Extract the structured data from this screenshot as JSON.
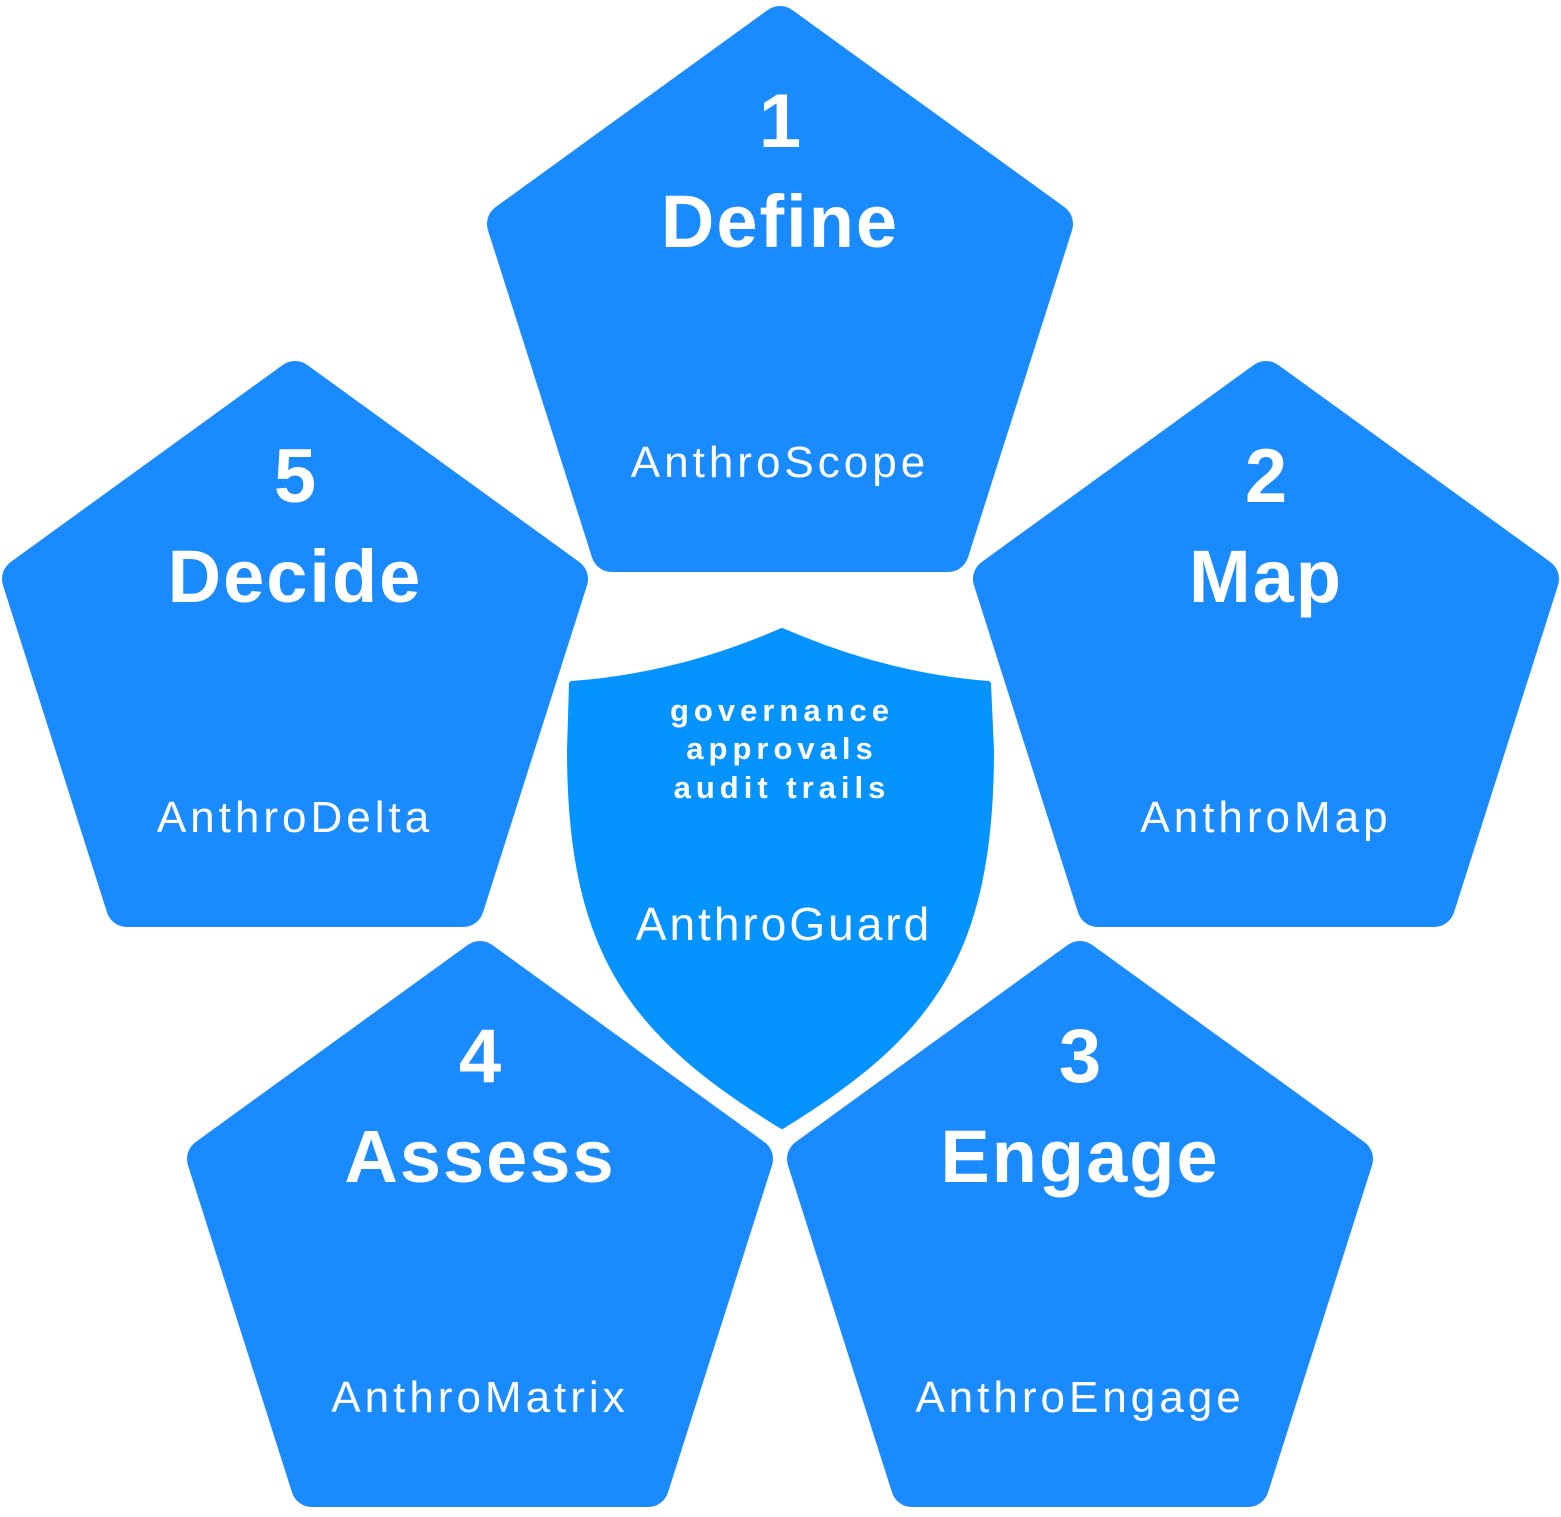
{
  "colors": {
    "pentagon": "#1a8aff",
    "shield": "#0593ff",
    "text": "#ffffff"
  },
  "steps": [
    {
      "number": "1",
      "title": "Define",
      "product": "AnthroScope"
    },
    {
      "number": "2",
      "title": "Map",
      "product": "AnthroMap"
    },
    {
      "number": "3",
      "title": "Engage",
      "product": "AnthroEngage"
    },
    {
      "number": "4",
      "title": "Assess",
      "product": "AnthroMatrix"
    },
    {
      "number": "5",
      "title": "Decide",
      "product": "AnthroDelta"
    }
  ],
  "center": {
    "lines": [
      "governance",
      "approvals",
      "audit trails"
    ],
    "product": "AnthroGuard"
  }
}
